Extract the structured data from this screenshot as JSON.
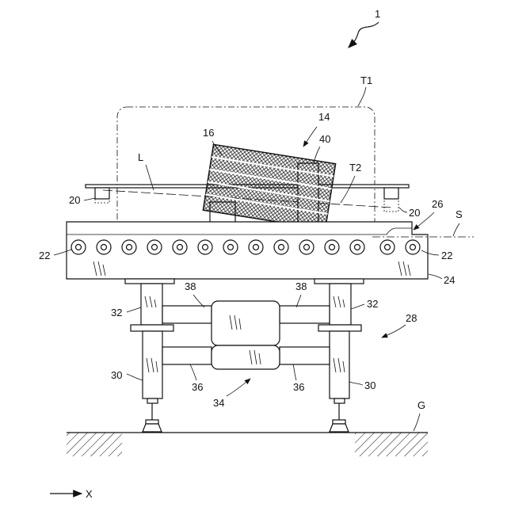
{
  "labels": {
    "fig": "1",
    "t1": "T1",
    "n14": "14",
    "n16": "16",
    "n40": "40",
    "l": "L",
    "t2": "T2",
    "n20a": "20",
    "n20b": "20",
    "n26": "26",
    "s": "S",
    "n22a": "22",
    "n22b": "22",
    "n24": "24",
    "n38a": "38",
    "n38b": "38",
    "n32a": "32",
    "n32b": "32",
    "n28": "28",
    "n30a": "30",
    "n30b": "30",
    "n36a": "36",
    "n36b": "36",
    "n34": "34",
    "g": "G",
    "x": "X"
  }
}
